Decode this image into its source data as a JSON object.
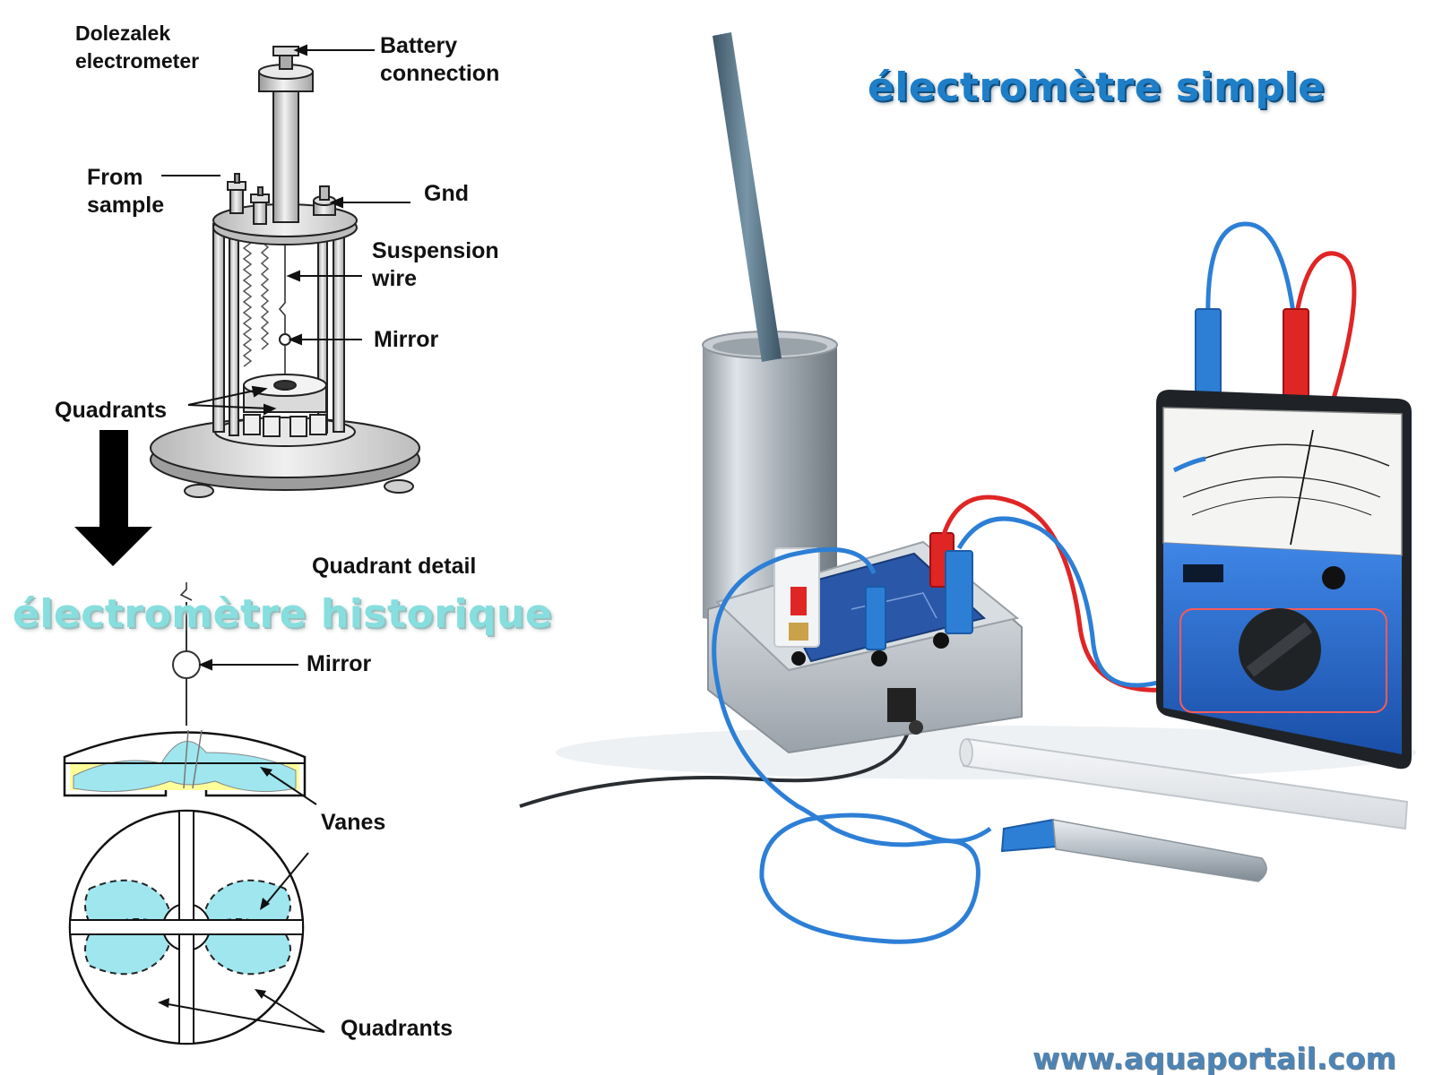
{
  "titles": {
    "simple": "électromètre simple",
    "historic": "électromètre historique"
  },
  "diagram": {
    "heading_line1": "Dolezalek",
    "heading_line2": "electrometer",
    "labels": {
      "battery_line1": "Battery",
      "battery_line2": "connection",
      "from_line1": "From",
      "from_line2": "sample",
      "gnd": "Gnd",
      "suspension_line1": "Suspension",
      "suspension_line2": "wire",
      "mirror_top": "Mirror",
      "quadrants_top": "Quadrants",
      "quadrant_detail": "Quadrant detail",
      "mirror_detail": "Mirror",
      "vanes": "Vanes",
      "quadrants_bottom": "Quadrants"
    }
  },
  "watermark": "www.aquaportail.com",
  "colors": {
    "title_simple": "#1e7fc8",
    "title_historic": "#86dede",
    "watermark": "#2f6fa8",
    "vane_fill": "#9fe6ef",
    "meter_blue": "#2366c9",
    "cable_blue": "#2d7fd6",
    "cable_red": "#e02525",
    "aluminum": "#b9c1c9"
  }
}
